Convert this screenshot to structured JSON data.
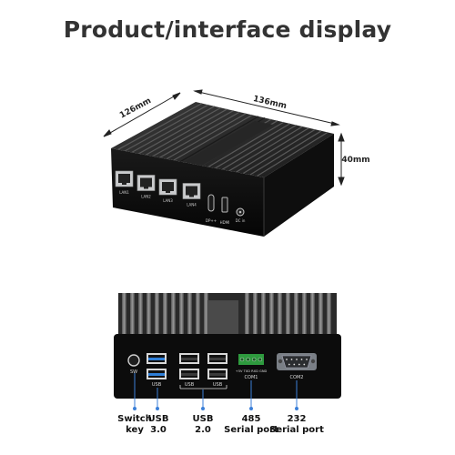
{
  "title": "Product/interface display",
  "dimensions": {
    "length": "136mm",
    "width": "126mm",
    "height": "40mm"
  },
  "top_ports": {
    "lan_labels": [
      "LAN1",
      "LAN2",
      "LAN3",
      "LAN4"
    ],
    "typec_label": "DP++",
    "hdmi_label": "HDMI",
    "dc_label": "DC in"
  },
  "back_ports": {
    "switch_label": "SW",
    "usb_label": "USB",
    "com1_pins": "+5V TXD RXD GND",
    "com1_label": "COM1",
    "com2_label": "COM2"
  },
  "captions": {
    "switch_line1": "Switch",
    "switch_line2": "key",
    "usb3_line1": "USB",
    "usb3_line2": "3.0",
    "usb2_line1": "USB",
    "usb2_line2": "2.0",
    "rs485_line1": "485",
    "rs485_line2": "Serial port",
    "rs232_line1": "232",
    "rs232_line2": "Serial port"
  },
  "colors": {
    "usb3_blue": "#2f7fd8",
    "terminal_green": "#2e9a3e",
    "db9_gray": "#8a8f96"
  }
}
